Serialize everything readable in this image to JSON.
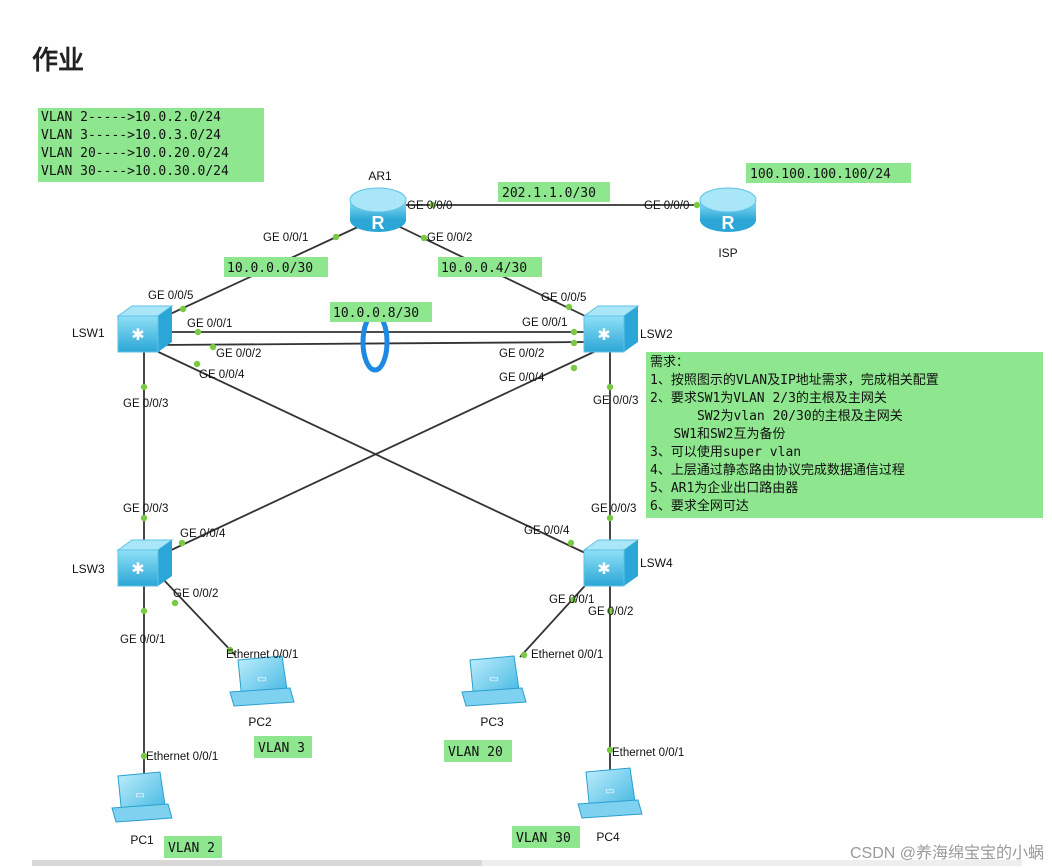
{
  "title": "作业",
  "vlan_map": [
    "VLAN 2----->10.0.2.0/24",
    "VLAN 3----->10.0.3.0/24",
    "VLAN 20---->10.0.20.0/24",
    "VLAN 30---->10.0.30.0/24"
  ],
  "devices": {
    "ar1": "AR1",
    "isp": "ISP",
    "lsw1": "LSW1",
    "lsw2": "LSW2",
    "lsw3": "LSW3",
    "lsw4": "LSW4",
    "pc1": "PC1",
    "pc2": "PC2",
    "pc3": "PC3",
    "pc4": "PC4"
  },
  "subnets": {
    "ar1_isp": "202.1.1.0/30",
    "isp_addr": "100.100.100.100/24",
    "ar1_lsw1": "10.0.0.0/30",
    "ar1_lsw2": "10.0.0.4/30",
    "lsw1_lsw2": "10.0.0.8/30"
  },
  "ports": {
    "ar1_ge000": "GE 0/0/0",
    "isp_ge000": "GE 0/0/0",
    "ar1_ge001": "GE 0/0/1",
    "ar1_ge002": "GE 0/0/2",
    "lsw1_ge005": "GE 0/0/5",
    "lsw1_ge001": "GE 0/0/1",
    "lsw1_ge002": "GE 0/0/2",
    "lsw1_ge004": "GE 0/0/4",
    "lsw1_ge003": "GE 0/0/3",
    "lsw2_ge005": "GE 0/0/5",
    "lsw2_ge001": "GE 0/0/1",
    "lsw2_ge002": "GE 0/0/2",
    "lsw2_ge004": "GE 0/0/4",
    "lsw2_ge003": "GE 0/0/3",
    "lsw3_ge003": "GE 0/0/3",
    "lsw3_ge004": "GE 0/0/4",
    "lsw3_ge002": "GE 0/0/2",
    "lsw3_ge001": "GE 0/0/1",
    "lsw4_ge003": "GE 0/0/3",
    "lsw4_ge004": "GE 0/0/4",
    "lsw4_ge001": "GE 0/0/1",
    "lsw4_ge002": "GE 0/0/2",
    "pc1_eth": "Ethernet 0/0/1",
    "pc2_eth": "Ethernet 0/0/1",
    "pc3_eth": "Ethernet 0/0/1",
    "pc4_eth": "Ethernet 0/0/1"
  },
  "pc_vlans": {
    "pc1": "VLAN 2",
    "pc2": "VLAN 3",
    "pc3": "VLAN 20",
    "pc4": "VLAN 30"
  },
  "requirements": [
    "需求：",
    "1、按照图示的VLAN及IP地址需求，完成相关配置",
    "2、要求SW1为VLAN 2/3的主根及主网关",
    "      SW2为vlan 20/30的主根及主网关",
    "   SW1和SW2互为备份",
    "3、可以使用super vlan",
    "4、上层通过静态路由协议完成数据通信过程",
    "5、AR1为企业出口路由器",
    "6、要求全网可达"
  ],
  "watermark": "CSDN @养海绵宝宝的小蜗",
  "colors": {
    "label_bg": "#8ee68e",
    "link": "#333333",
    "port_dot": "#7ac943",
    "device_blue": "#4fc3ea",
    "eth_trunk": "#1e88e5"
  }
}
